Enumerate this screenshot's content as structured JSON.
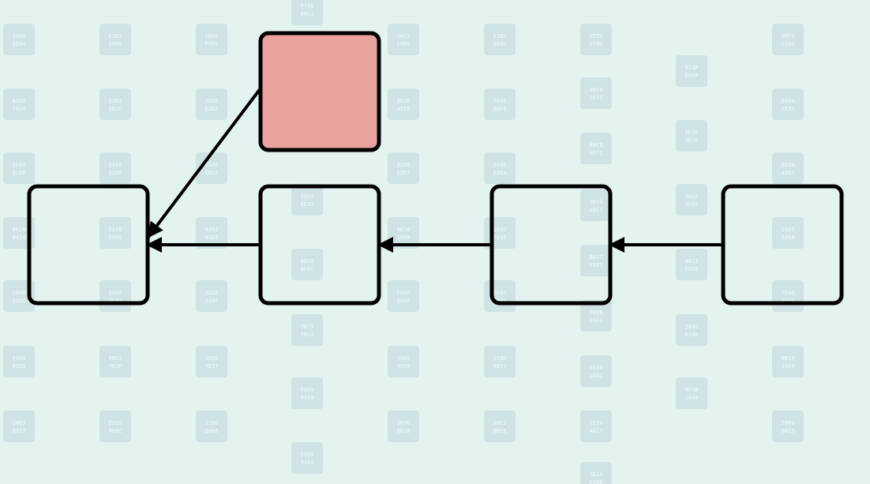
{
  "diagram": {
    "type": "linked-list",
    "colors": {
      "background": "#e3f3f0",
      "node_fill": "none",
      "highlight_fill": "#eaa29f",
      "stroke": "#000000",
      "tile": "#cfe3e4"
    },
    "nodes": [
      {
        "id": "n0",
        "highlighted": false
      },
      {
        "id": "n1",
        "highlighted": false
      },
      {
        "id": "n2",
        "highlighted": false
      },
      {
        "id": "n3",
        "highlighted": false
      },
      {
        "id": "n4",
        "highlighted": true
      }
    ],
    "edges": [
      {
        "from": "n1",
        "to": "n0"
      },
      {
        "from": "n2",
        "to": "n1"
      },
      {
        "from": "n3",
        "to": "n2"
      },
      {
        "from": "n4",
        "to": "n0"
      }
    ]
  },
  "background_tiles": [
    [
      "7740",
      "80L2"
    ],
    [
      "4088",
      "5E04"
    ],
    [
      "E9B3",
      "8098"
    ],
    [
      "CB6A",
      "F9E0"
    ],
    [
      "A4A4",
      "3770"
    ],
    [
      "20C3",
      "C804"
    ],
    [
      "E3BA",
      "5B0A"
    ],
    [
      "E578",
      "6790"
    ],
    [
      "B13F",
      "E00F"
    ],
    [
      "90F0",
      "C298"
    ],
    [
      "6390",
      "7A24"
    ],
    [
      "2361",
      "8E5C"
    ],
    [
      "5CC0",
      "E1E3"
    ],
    [
      "8E2E",
      "47C0"
    ],
    [
      "7E45",
      "B0F0"
    ],
    [
      "3B10",
      "1870"
    ],
    [
      "2B10",
      "2713"
    ],
    [
      "BF20",
      "4E70"
    ],
    [
      "9804",
      "1F32"
    ],
    [
      "5F05",
      "8C8D"
    ],
    [
      "2688",
      "8230"
    ],
    [
      "B54C",
      "EE52"
    ],
    [
      "8290",
      "E3E7"
    ],
    [
      "2745",
      "E354"
    ],
    [
      "A9C8",
      "4571"
    ],
    [
      "8D80",
      "4283"
    ],
    [
      "9854",
      "8E95"
    ],
    [
      "3D1E",
      "A0C5"
    ],
    [
      "905A",
      "8FE0"
    ],
    [
      "8C20",
      "8438"
    ],
    [
      "C178",
      "C95E"
    ],
    [
      "8793",
      "81E3"
    ],
    [
      "8E16",
      "1008"
    ],
    [
      "1C35",
      "7045"
    ],
    [
      "8E2C",
      "F883"
    ],
    [
      "9823",
      "F99E"
    ],
    [
      "2525",
      "386A"
    ],
    [
      "86C8",
      "8F0C"
    ],
    [
      "C80E",
      "2358"
    ],
    [
      "B886",
      "8C03"
    ],
    [
      "2226",
      "218C"
    ],
    [
      "F08F",
      "68CE"
    ],
    [
      "8F85",
      "C0D0"
    ],
    [
      "7F46",
      "0000"
    ],
    [
      "D480",
      "B8E3"
    ],
    [
      "7879",
      "70L2"
    ],
    [
      "8842",
      "E280"
    ],
    [
      "9405",
      "9583"
    ],
    [
      "8953",
      "762F"
    ],
    [
      "3610",
      "7E37"
    ],
    [
      "59A5",
      "9930"
    ],
    [
      "C90D",
      "8053"
    ],
    [
      "E650",
      "2431"
    ],
    [
      "0018",
      "3304"
    ],
    [
      "5089",
      "4774"
    ],
    [
      "0F4B",
      "C64A"
    ],
    [
      "2463",
      "8357"
    ],
    [
      "B328",
      "4E0C"
    ],
    [
      "1286",
      "2868"
    ],
    [
      "8670",
      "8826"
    ],
    [
      "8BC2",
      "5BEE"
    ],
    [
      "C830",
      "4427"
    ],
    [
      "F900",
      "9423"
    ],
    [
      "5588",
      "3464"
    ],
    [
      "1E14",
      "F000"
    ]
  ]
}
